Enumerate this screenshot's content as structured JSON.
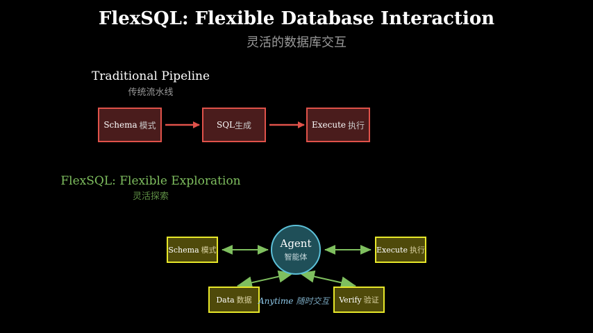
{
  "header": {
    "title": "FlexSQL: Flexible Database Interaction",
    "subtitle": "灵活的数据库交互"
  },
  "traditional": {
    "title": "Traditional Pipeline",
    "subtitle": "传统流水线",
    "steps": [
      {
        "label": "Schema",
        "label_cn": "模式"
      },
      {
        "label": "SQL",
        "label_cn": "生成"
      },
      {
        "label": "Execute",
        "label_cn": "执行"
      }
    ]
  },
  "flexsql": {
    "title": "FlexSQL: Flexible Exploration",
    "subtitle": "灵活探索",
    "agent": {
      "label": "Agent",
      "label_cn": "智能体"
    },
    "nodes": {
      "schema": {
        "label": "Schema",
        "label_cn": "模式"
      },
      "execute": {
        "label": "Execute",
        "label_cn": "执行"
      },
      "data": {
        "label": "Data",
        "label_cn": "数据"
      },
      "verify": {
        "label": "Verify",
        "label_cn": "验证"
      }
    },
    "annotation": {
      "text": "Anytime",
      "text_cn": "随时交互"
    }
  },
  "colors": {
    "background": "#000000",
    "traditional_border": "#e0524a",
    "traditional_fill": "#4a1c1c",
    "flex_border": "#e8e82a",
    "flex_fill": "#4f4a0a",
    "flex_arrow": "#7fbf5f",
    "agent_fill": "#1f4f58",
    "agent_border": "#5cc0d8"
  }
}
